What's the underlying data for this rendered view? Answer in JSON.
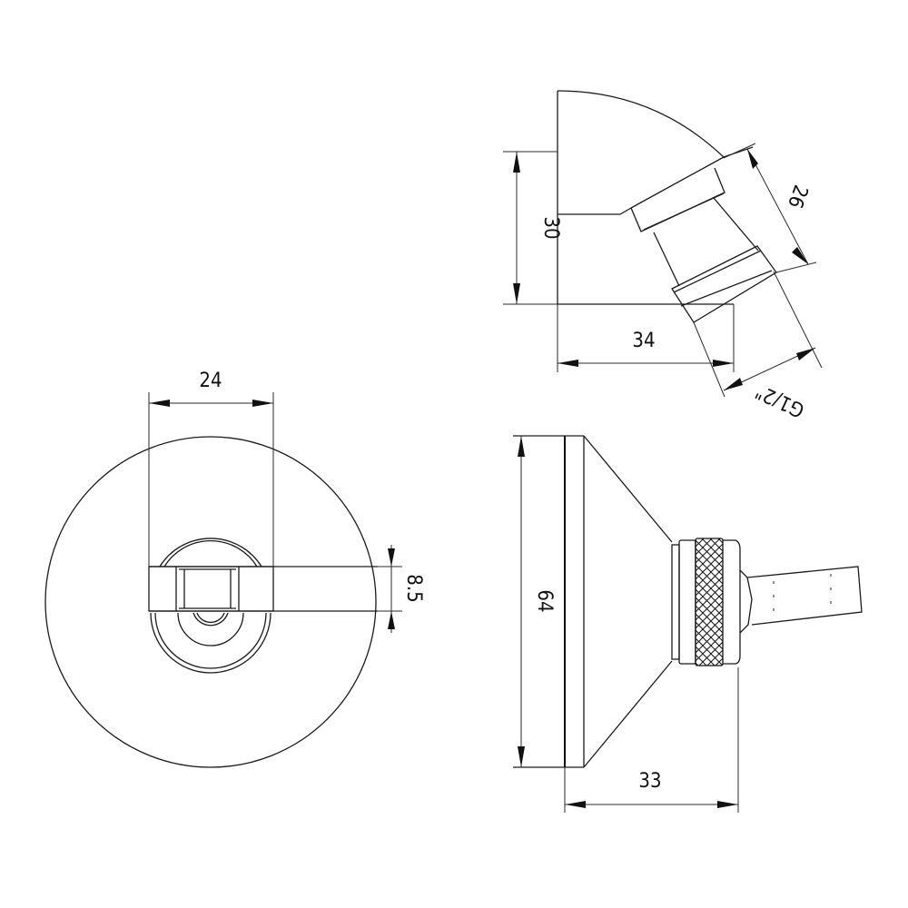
{
  "drawing": {
    "title": "Shower wall bracket technical drawing",
    "line_color": "#1a1a1a",
    "background": "#ffffff",
    "views": [
      {
        "name": "front-view",
        "dimensions": {
          "width": "24",
          "slot_height": "8.5"
        }
      },
      {
        "name": "top-angled-view",
        "dimensions": {
          "height": "30",
          "depth": "34",
          "outlet_length": "26",
          "thread": "G1/2\""
        }
      },
      {
        "name": "side-view",
        "dimensions": {
          "diameter": "64",
          "projection": "33"
        }
      }
    ]
  }
}
